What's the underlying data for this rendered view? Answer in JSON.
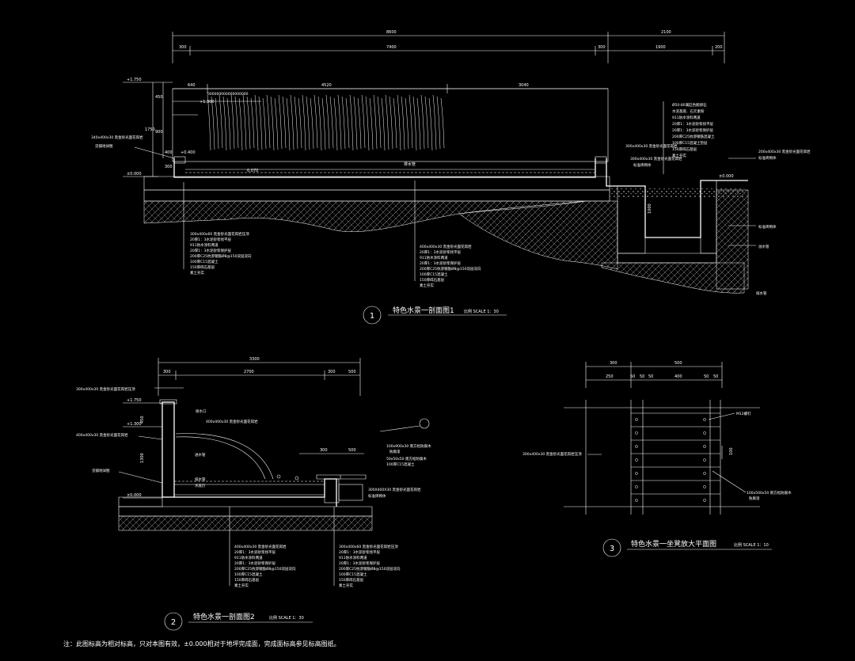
{
  "drawing1": {
    "number": "1",
    "title": "特色水景一剖面图1",
    "scale": "比例 SCALE 1：30",
    "dim_total_a": "8600",
    "dim_total_b": "2100",
    "dim_row2": [
      "300",
      "7400",
      "300",
      "1900",
      "200"
    ],
    "dim_row3": [
      "640",
      "4520",
      "3040"
    ],
    "elevations": [
      "+1.750",
      "+1.300",
      "+0.400",
      "±0.000",
      "0.070",
      "±0.000"
    ],
    "vdims": [
      "450",
      "900",
      "1750",
      "400",
      "300"
    ],
    "left_labels": [
      "340x400x30 黑金砂光面花岗岩",
      "见铺地详图"
    ],
    "drain_label": "排水管",
    "right_top_labels": [
      "Ø50-80满缸色鹅卵石",
      "水泥基底、石元素粉",
      "911防水涂料两道",
      "20厚1：3水泥砂浆找平层",
      "20厚1：3水泥砂浆保护层",
      "200厚C25抗渗钢筋混凝土",
      "100厚C15混凝土垫层",
      "150厚碎石基层",
      "素土夯实"
    ],
    "right_mid_labels": [
      "300x400x30 黑金砂光面花岗岩",
      "300x400x30 黑金砂光面花岗岩",
      "标准砖砌体"
    ],
    "right_side_labels": [
      "200x400x30 黑金砂光面花岗岩",
      "标准砖砌体",
      "标准砖砌体",
      "溢水管",
      "排水管"
    ],
    "bottom_left_notes": [
      "300x400x60 黑金砂光面花岗岩压顶",
      "20厚1：3水泥砂浆找平层",
      "911防水涂料两道",
      "20厚1：3水泥砂浆保护层",
      "200厚C25抗渗钢筋Ø8@150双层双向",
      "100厚C15混凝土",
      "150厚碎石基层",
      "素土夯实"
    ],
    "bottom_mid_notes": [
      "400x400x30 黑金砂光面花岗岩",
      "20厚1：3水泥砂浆找平层",
      "911防水涂料两道",
      "20厚1：3水泥砂浆保护层",
      "200厚C25抗渗钢筋Ø8@150双层双向",
      "100厚C15混凝土",
      "150厚碎石基层",
      "素土夯实"
    ],
    "pool_dim": "1000"
  },
  "drawing2": {
    "number": "2",
    "title": "特色水景一剖面图2",
    "scale": "比例 SCALE 1：30",
    "dim_total": "3300",
    "dim_row2": [
      "300",
      "2700",
      "300"
    ],
    "dim_row2b": [
      "300",
      "500"
    ],
    "elevations": [
      "+1.750",
      "+1.300",
      "±0.000"
    ],
    "left_labels": [
      "300x400x30 黑金砂光面花岗岩压顶",
      "400x400x30 黑金砂光面花岗岩",
      "见铺地详图"
    ],
    "inner_labels": [
      "喷水口",
      "400x400x30 黑金砂光面花岗岩",
      "进水管",
      "排水管",
      "水底灯"
    ],
    "right_labels": [
      "100x900x30 南方松防腐木",
      "防腐漆",
      "50x50x50 南方松防腐木",
      "100厚C15混凝土",
      "300X400X30 黑金砂光面花岗岩",
      "标准砖砌体"
    ],
    "bottom_left_notes": [
      "400x400x30 黑金砂光面花岗岩",
      "20厚1：3水泥砂浆找平层",
      "911防水涂料两道",
      "20厚1：3水泥砂浆保护层",
      "200厚C25抗渗钢筋Ø8@150双层双向",
      "100厚C15混凝土",
      "150厚碎石基层",
      "素土夯实"
    ],
    "bottom_right_notes": [
      "300x400x60 黑金砂光面花岗岩压顶",
      "20厚1：3水泥砂浆找平层",
      "911防水涂料两道",
      "20厚1：3水泥砂浆保护层",
      "200厚C25抗渗钢筋Ø8@150双层双向",
      "100厚C15混凝土",
      "150厚碎石基层",
      "素土夯实"
    ],
    "vdims": [
      "450",
      "1300"
    ]
  },
  "drawing3": {
    "number": "3",
    "title": "特色水景一坐凳放大平面图",
    "scale": "比例 SCALE 1：10",
    "dim_row1": [
      "300",
      "500"
    ],
    "dim_row2": [
      "250",
      "50",
      "50",
      "50",
      "400",
      "50",
      "50"
    ],
    "left_label": "300x400x30 黑金砂光面花岗岩压顶",
    "bolt_label": "M12螺钉",
    "wood_label": "100x500x50 南方松防腐木",
    "wood_label2": "防腐漆",
    "gap_dim": "100"
  },
  "footnote": "注：此图标高为相对标高，只对本图有效，±0.000相对于地坪完成面，完成面标高参见标高图纸。"
}
